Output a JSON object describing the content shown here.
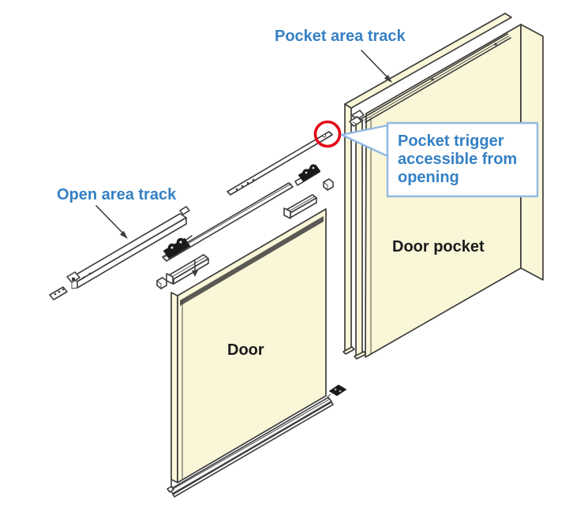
{
  "figure": {
    "type": "exploded-isometric-hardware-diagram",
    "subject": "Pocket sliding door system with pocket trigger"
  },
  "labels": {
    "pocket_area_track": "Pocket area track",
    "open_area_track": "Open area track",
    "door": "Door",
    "door_pocket": "Door pocket"
  },
  "callout": {
    "lines": [
      "Pocket trigger",
      "accessible from",
      "opening"
    ]
  },
  "parts": [
    "pocket-area-track",
    "open-area-track",
    "door-panel",
    "door-pocket-panels",
    "pocket-trigger-bar",
    "carrier-rail",
    "roller-carriage",
    "guide-channel-pieces",
    "bottom-rail",
    "floor-guide"
  ],
  "colors": {
    "background": "#ffffff",
    "panel_fill": "#faf6d8",
    "line": "#3d3d3d",
    "hardware_dark": "#1a1a1a",
    "label_blue": "#3580c4",
    "callout_border": "#8fb9e3",
    "highlight_red": "#e30617"
  }
}
